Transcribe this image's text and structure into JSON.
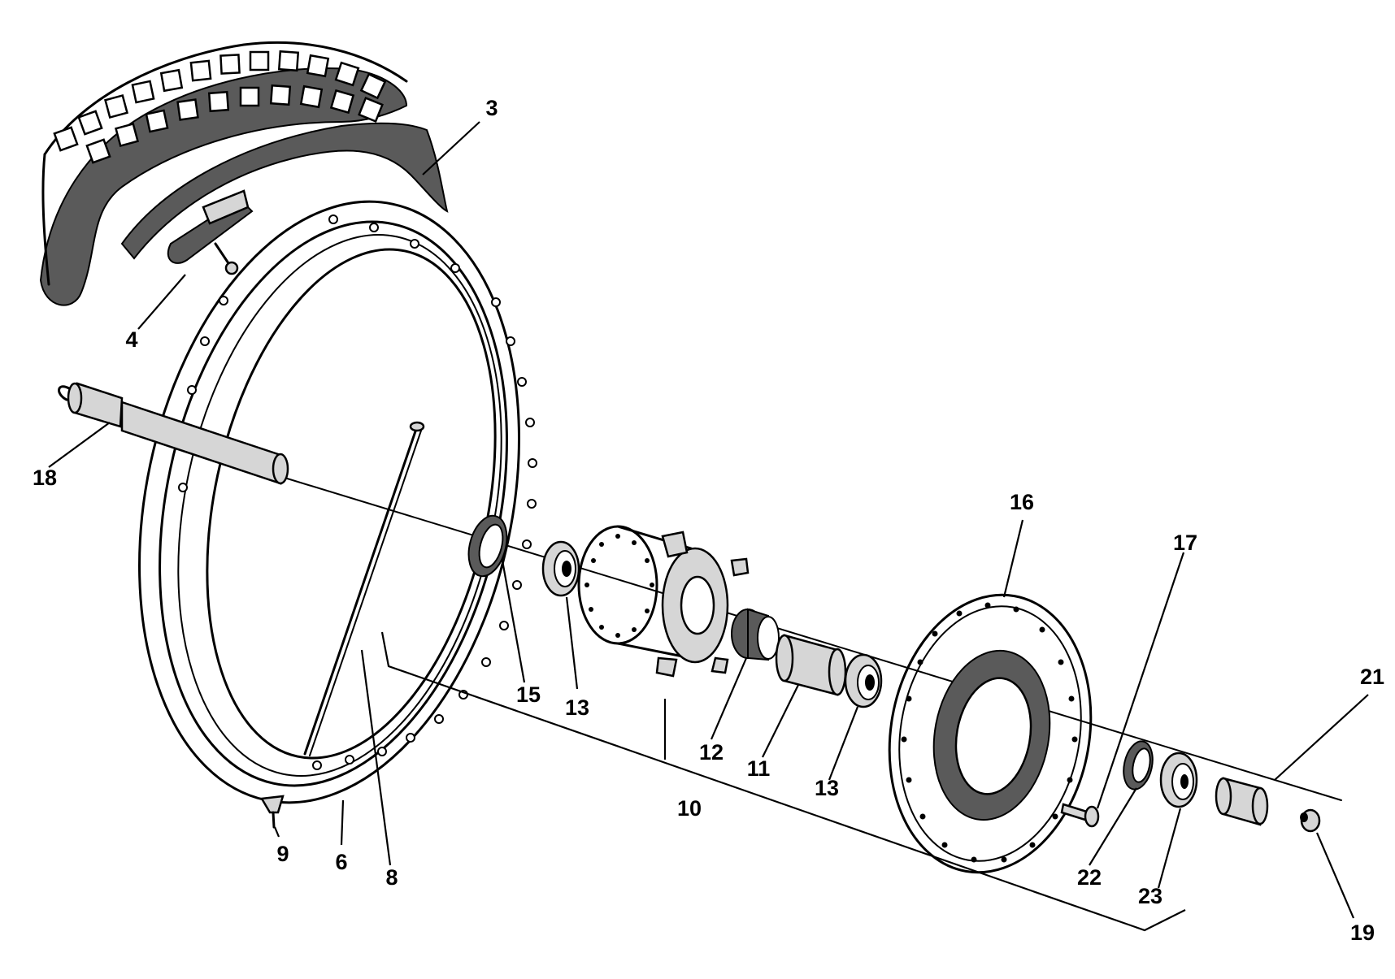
{
  "callouts": [
    {
      "id": "3",
      "text": "3"
    },
    {
      "id": "4",
      "text": "4"
    },
    {
      "id": "18",
      "text": "18"
    },
    {
      "id": "9",
      "text": "9"
    },
    {
      "id": "6",
      "text": "6"
    },
    {
      "id": "8",
      "text": "8"
    },
    {
      "id": "15",
      "text": "15"
    },
    {
      "id": "13a",
      "text": "13"
    },
    {
      "id": "12",
      "text": "12"
    },
    {
      "id": "11",
      "text": "11"
    },
    {
      "id": "13b",
      "text": "13"
    },
    {
      "id": "10",
      "text": "10"
    },
    {
      "id": "16",
      "text": "16"
    },
    {
      "id": "17",
      "text": "17"
    },
    {
      "id": "22",
      "text": "22"
    },
    {
      "id": "23",
      "text": "23"
    },
    {
      "id": "21",
      "text": "21"
    },
    {
      "id": "19",
      "text": "19"
    }
  ]
}
